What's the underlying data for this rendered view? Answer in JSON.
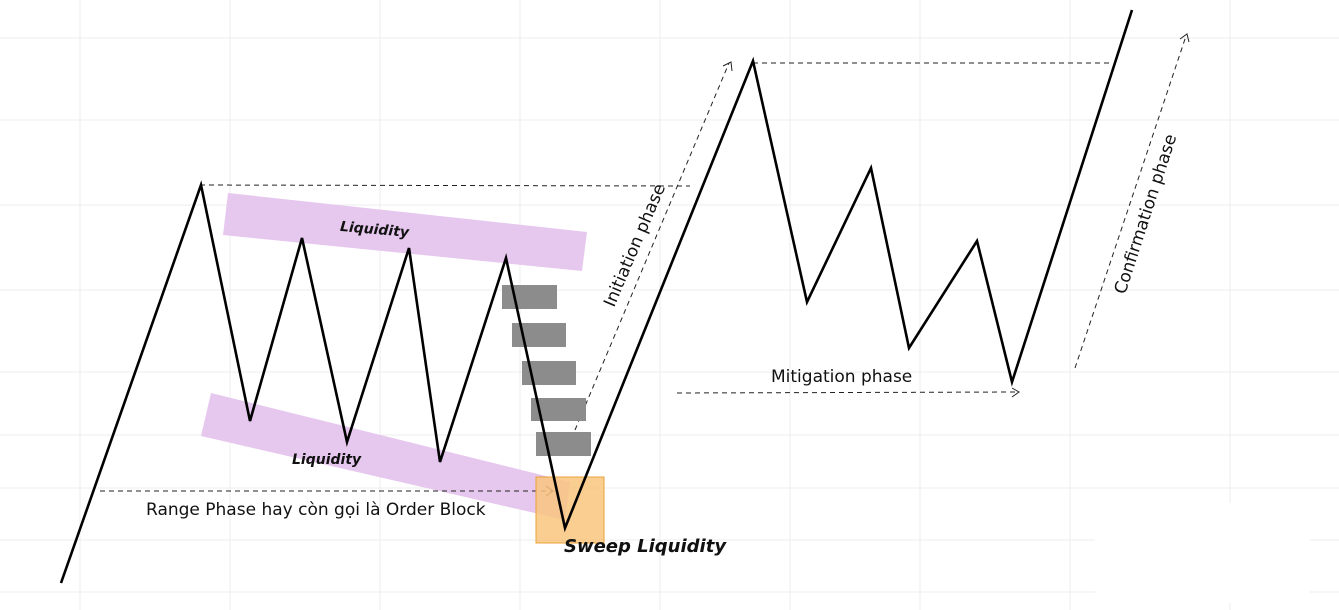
{
  "labels": {
    "liquidity_top": "Liquidity",
    "liquidity_bottom": "Liquidity",
    "range_phase": "Range Phase hay còn gọi là Order Block",
    "sweep": "Sweep Liquidity",
    "initiation": "Initiation phase",
    "mitigation": "Mitigation phase",
    "confirmation": "Confirmation phase"
  },
  "colors": {
    "liquidity_band": "#e6c8ef",
    "order_block": "#f9c47e",
    "order_block_border": "#e8a23a",
    "step_boxes": "#8c8c8c",
    "price_line": "#000000",
    "grid": "#ececec"
  }
}
